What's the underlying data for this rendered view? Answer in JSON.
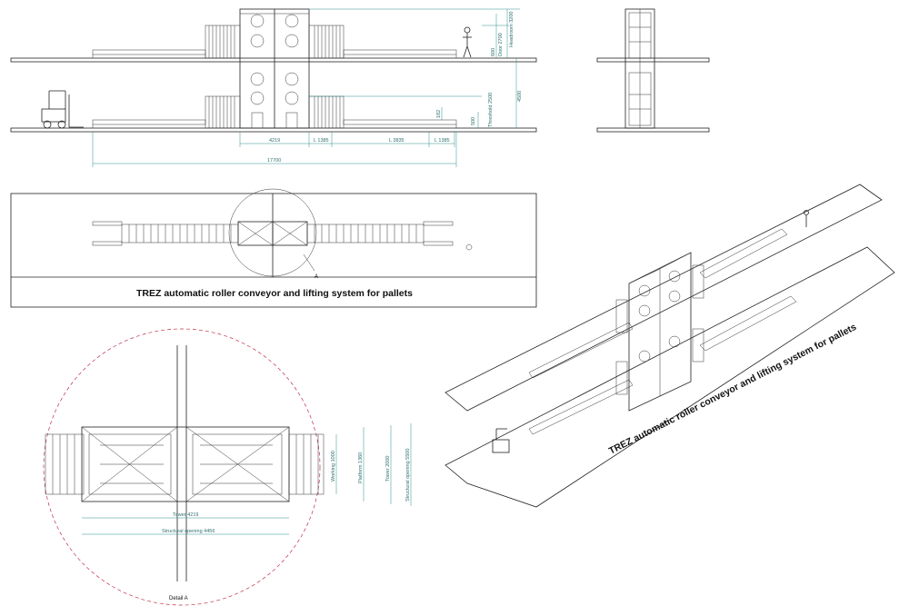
{
  "drawing": {
    "title": "TREZ automatic roller conveyor and lifting system for pallets",
    "title_iso": "TREZ automatic roller conveyor and lifting system for pallets",
    "detail_marker": "A",
    "detail_label": "Detail A"
  },
  "elevation_dims": {
    "d4219": "4219",
    "d1385a": "L 1385",
    "d3835": "L 3835",
    "d1385b": "L 1385",
    "d17700": "17700",
    "headroom": "Headroom 3200",
    "door": "Door 2700",
    "d600": "600",
    "d4500": "4500",
    "d500": "500",
    "threshold": "Threshold 2500",
    "d182": "182"
  },
  "detail_dims": {
    "tower_w": "Tower 4219",
    "struct_w": "Structural opening 4456",
    "working": "Working 1000",
    "platform": "Platform 1360",
    "tower_h": "Tower 2000",
    "struct_h": "Structural opening 5500"
  }
}
